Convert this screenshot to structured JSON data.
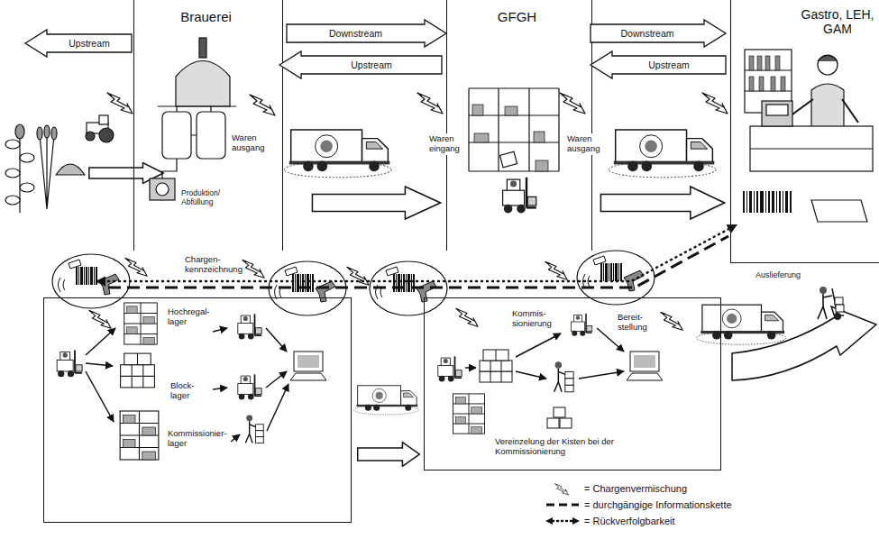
{
  "diagram": {
    "nodes": [
      {
        "text": [
          "Upstream"
        ]
      },
      {
        "text": [
          "Brauerei",
          "Produktion/ Abfüllung"
        ]
      },
      {
        "text": [
          "Downstream"
        ]
      },
      {
        "text": [
          "Upstream"
        ]
      },
      {
        "text": [
          "GFGH"
        ]
      },
      {
        "text": [
          "Downstream"
        ]
      },
      {
        "text": [
          "Upstream"
        ]
      },
      {
        "text": [
          "Gastro, LEH, GAM"
        ]
      },
      {
        "text": [
          "Hochregal- lager",
          "Block- lager",
          "Kommissionier- lager"
        ]
      },
      {
        "text": [
          "Kommis- sionierung",
          "Bereit- stellung",
          "Vereinzelung der Kisten bei der Kommissionierung"
        ]
      }
    ],
    "labels": [
      "Waren ausgang",
      "Waren eingang",
      "Waren ausgang",
      "Chargen- kennzeichnung",
      "Auslieferung"
    ],
    "legend": [
      {
        "text": "= Chargenvermischung"
      },
      {
        "text": "= durchgängige Informationskette"
      },
      {
        "text": "= Rückverfolgbarkeit"
      }
    ]
  }
}
